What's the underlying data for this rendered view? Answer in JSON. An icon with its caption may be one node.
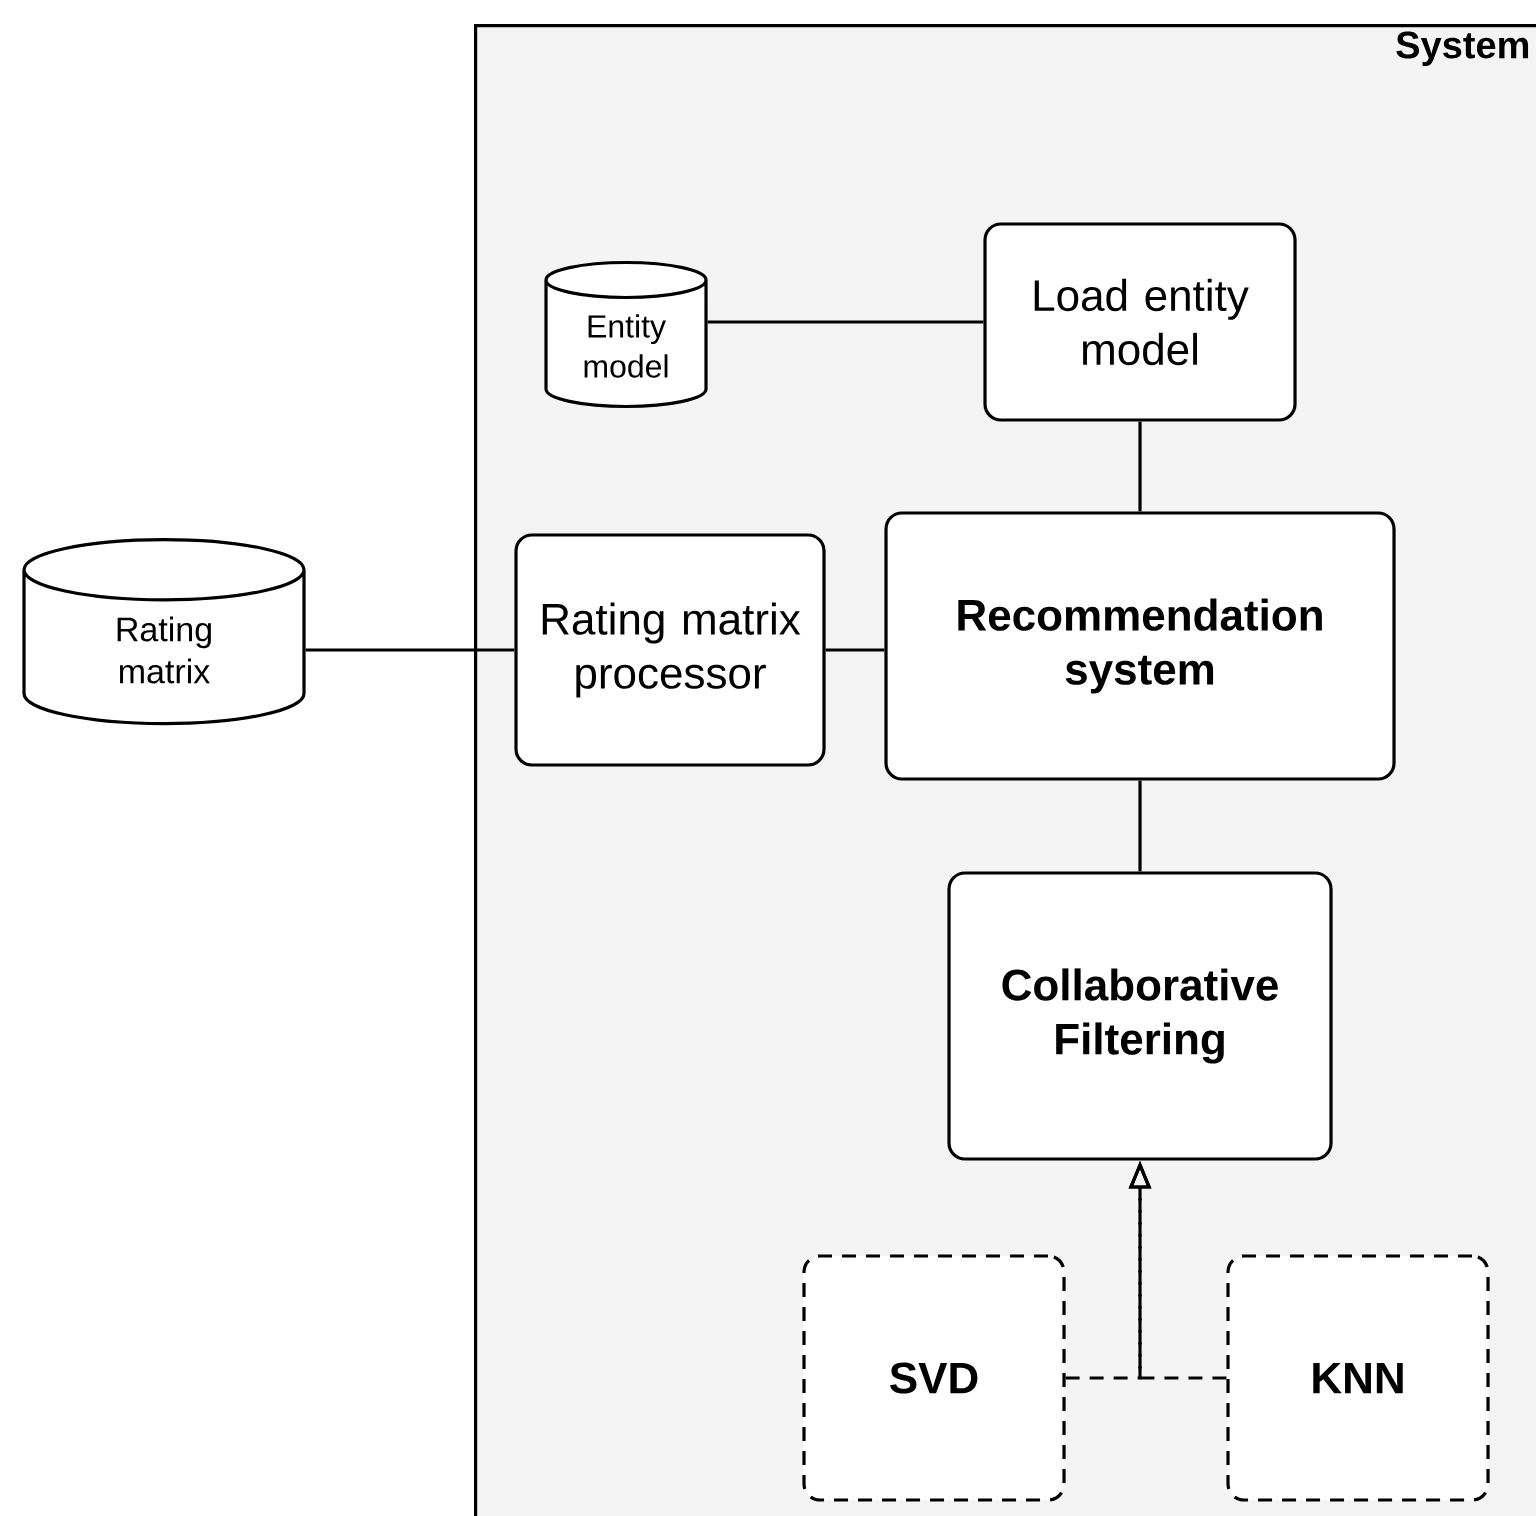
{
  "diagram": {
    "nodes": [
      {
        "text": [
          "System"
        ]
      },
      {
        "text": [
          "Entity model"
        ],
        "in": 0
      },
      {
        "text": [
          "Load entity model"
        ],
        "in": 0
      },
      {
        "text": [
          "Rating matrix"
        ]
      },
      {
        "text": [
          "Rating matrix processor"
        ],
        "in": 0
      },
      {
        "text": [
          "Recommendation system"
        ],
        "in": 0
      },
      {
        "text": [
          "Collaborative Filtering"
        ],
        "in": 0
      },
      {
        "text": [
          "SVD"
        ],
        "in": 0
      },
      {
        "text": [
          "KNN"
        ],
        "in": 0
      }
    ],
    "edges": [
      {
        "from": 1,
        "to": 2,
        "arrow": "none"
      },
      {
        "from": 2,
        "to": 5,
        "arrow": "none"
      },
      {
        "from": 3,
        "to": 4,
        "arrow": "none"
      },
      {
        "from": 4,
        "to": 5,
        "arrow": "none"
      },
      {
        "from": 5,
        "to": 6,
        "arrow": "none"
      },
      {
        "from": 7,
        "to": 6,
        "arrow": "to",
        "style": "dashed"
      },
      {
        "from": 8,
        "to": 6,
        "arrow": "to",
        "style": "dashed"
      }
    ]
  }
}
